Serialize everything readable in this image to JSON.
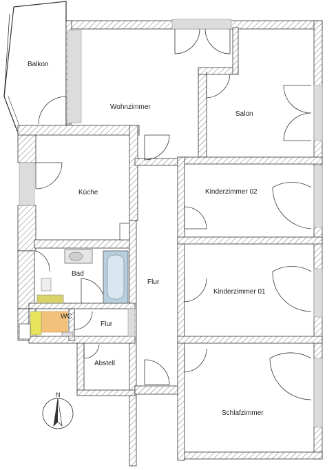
{
  "rooms": {
    "balkon": "Balkon",
    "wohnzimmer": "Wohnzimmer",
    "salon": "Salon",
    "kueche": "Küche",
    "kinderzimmer_02": "Kinderzimmer 02",
    "bad": "Bad",
    "flur_main": "Flur",
    "kinderzimmer_01": "Kinderzimmer 01",
    "wc": "WC",
    "flur_small": "Flur",
    "abstell": "Abstell",
    "schlafzimmer": "Schlafzimmer"
  },
  "compass": {
    "north_label": "N"
  },
  "colors": {
    "wall_hatch": "#777777",
    "window_glass": "#dcdcdc",
    "bathtub": "#b8cfe0",
    "wc_highlight": "#f3c27a",
    "vanity_yellow": "#d9d46a"
  }
}
